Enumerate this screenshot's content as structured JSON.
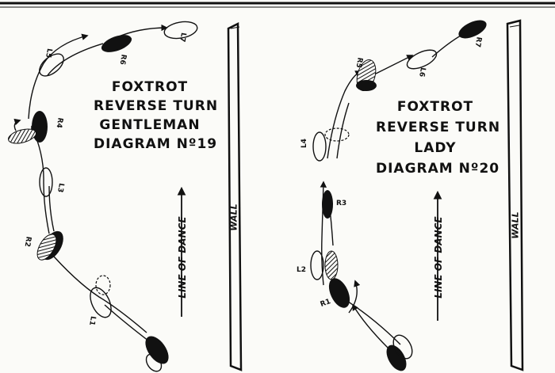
{
  "left_diagram": {
    "title_lines": [
      "FOXTROT",
      "REVERSE TURN",
      "GENTLEMAN",
      "DIAGRAM Nº19"
    ],
    "line_of_dance": "LINE OF DANCE",
    "wall": "WALL",
    "step_labels": [
      "L1",
      "R2",
      "L3",
      "R4",
      "L5",
      "R6",
      "L7"
    ]
  },
  "right_diagram": {
    "title_lines": [
      "FOXTROT",
      "REVERSE TURN",
      "LADY",
      "DIAGRAM Nº20"
    ],
    "line_of_dance": "LINE OF DANCE",
    "wall": "WALL",
    "step_labels": [
      "R1",
      "L2",
      "R3",
      "L4",
      "R5",
      "L6",
      "R7"
    ]
  },
  "colors": {
    "ink": "#111111",
    "paper": "#fbfbf8"
  }
}
